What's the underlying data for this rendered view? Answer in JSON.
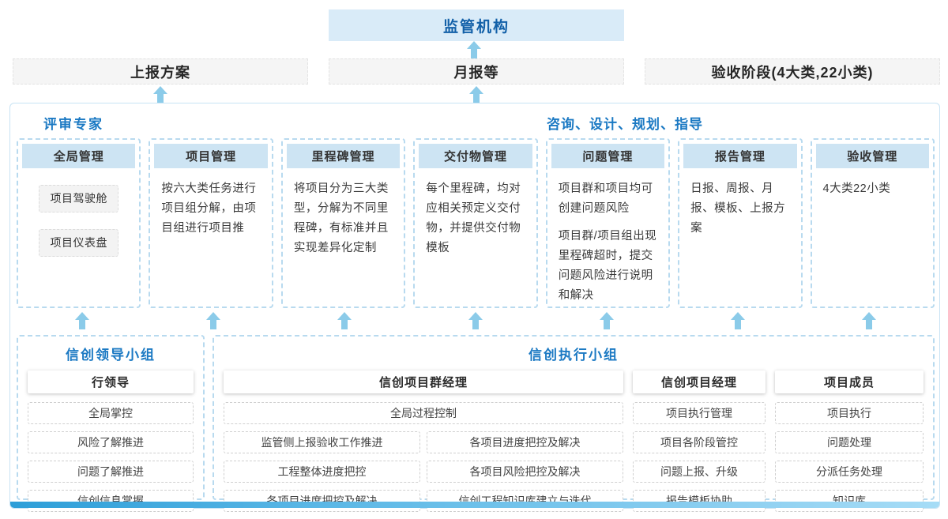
{
  "colors": {
    "accent_blue": "#1b79c3",
    "regulator_text": "#1260a8",
    "regulator_bg": "#d9ebf8",
    "column_header_bg": "#cde4f3",
    "dashed_border_blue": "#b8daef",
    "arrow_blue": "#8bcbe9",
    "gray_box_bg": "#f5f5f5",
    "bottom_bar_start": "#2d9ed8",
    "bottom_bar_end": "#a6dcf6"
  },
  "top": {
    "regulator_label": "监管机构",
    "report_boxes": [
      {
        "label": "上报方案"
      },
      {
        "label": "月报等"
      },
      {
        "label": "验收阶段(4大类,22小类)"
      }
    ]
  },
  "platform": {
    "left_label": "评审专家",
    "center_label": "咨询、设计、规划、指导",
    "columns": [
      {
        "title": "全局管理",
        "chips": [
          "项目驾驶舱",
          "项目仪表盘"
        ]
      },
      {
        "title": "项目管理",
        "paragraphs": [
          "按六大类任务进行项目组分解，由项目组进行项目推"
        ]
      },
      {
        "title": "里程碑管理",
        "paragraphs": [
          "将项目分为三大类型，分解为不同里程碑，有标准并且实现差异化定制"
        ]
      },
      {
        "title": "交付物管理",
        "paragraphs": [
          "每个里程碑，均对应相关预定义交付物，并提供交付物模板"
        ]
      },
      {
        "title": "问题管理",
        "paragraphs": [
          "项目群和项目均可创建问题风险",
          "项目群/项目组出现里程碑超时，提交问题风险进行说明和解决"
        ]
      },
      {
        "title": "报告管理",
        "paragraphs": [
          "日报、周报、月报、模板、上报方案"
        ]
      },
      {
        "title": "验收管理",
        "paragraphs": [
          "4大类22小类"
        ]
      }
    ]
  },
  "teams": {
    "leadership": {
      "title": "信创领导小组",
      "role": "行领导",
      "items": [
        "全局掌控",
        "风险了解推进",
        "问题了解推进",
        "信创信息掌握"
      ]
    },
    "execution": {
      "title": "信创执行小组",
      "program_manager": {
        "role": "信创项目群经理",
        "full_width_item": "全局过程控制",
        "left_items": [
          "监管侧上报验收工作推进",
          "工程整体进度把控",
          "各项目进度把控及解决"
        ],
        "right_items": [
          "各项目进度把控及解决",
          "各项目风险把控及解决",
          "信创工程知识库建立与迭代"
        ]
      },
      "project_manager": {
        "role": "信创项目经理",
        "items": [
          "项目执行管理",
          "项目各阶段管控",
          "问题上报、升级",
          "报告模板协助"
        ]
      },
      "member": {
        "role": "项目成员",
        "items": [
          "项目执行",
          "问题处理",
          "分派任务处理",
          "知识库"
        ]
      }
    }
  }
}
